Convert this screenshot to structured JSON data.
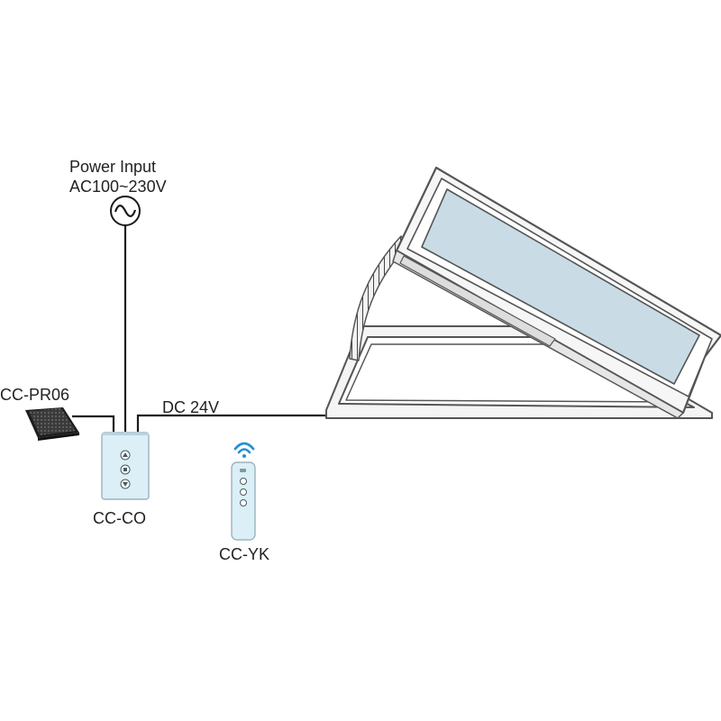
{
  "labels": {
    "power_input_line1": "Power Input",
    "power_input_line2": "AC100~230V",
    "sensor": "CC-PR06",
    "dc_voltage": "DC 24V",
    "controller": "CC-CO",
    "remote": "CC-YK"
  },
  "icons": {
    "ac_source": "sine-wave-circle-icon",
    "wifi": "wireless-signal-icon",
    "wall_switch_buttons": [
      "up-arrow-icon",
      "stop-icon",
      "down-arrow-icon"
    ]
  },
  "colors": {
    "wire": "#1a1a1a",
    "frame": "#555555",
    "glass": "#c9dce6",
    "device_panel": "#dceff6",
    "sensor_body": "#2e2e2e",
    "wifi": "#2a8fd0"
  }
}
